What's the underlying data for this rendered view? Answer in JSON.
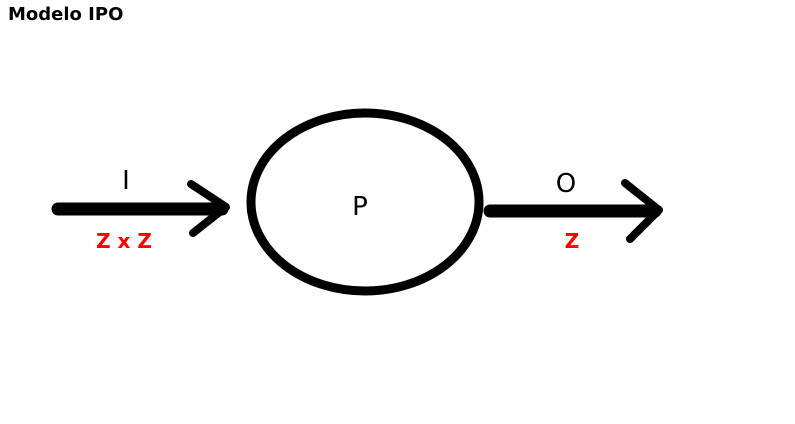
{
  "title": "Modelo IPO",
  "diagram": {
    "input": {
      "label": "I",
      "sublabel": "Z x Z"
    },
    "process": {
      "label": "P"
    },
    "output": {
      "label": "O",
      "sublabel": "Z"
    }
  },
  "colors": {
    "stroke": "#000000",
    "sublabel": "#ff0000"
  }
}
